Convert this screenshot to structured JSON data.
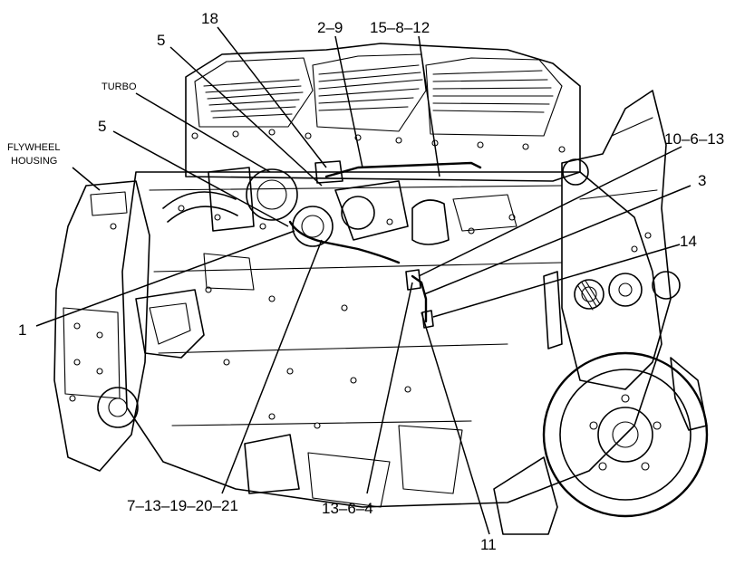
{
  "labels": {
    "l18": "18",
    "l2_9": "2–9",
    "l15_8_12": "15–8–12",
    "l5_top": "5",
    "l5_left": "5",
    "turbo": "TURBO",
    "flywheel_1": "FLYWHEEL",
    "flywheel_2": "HOUSING",
    "l10_6_13": "10–6–13",
    "l3": "3",
    "l14": "14",
    "l1": "1",
    "l7_13_19_20_21": "7–13–19–20–21",
    "l13_6_4": "13–6–4",
    "l11": "11"
  }
}
